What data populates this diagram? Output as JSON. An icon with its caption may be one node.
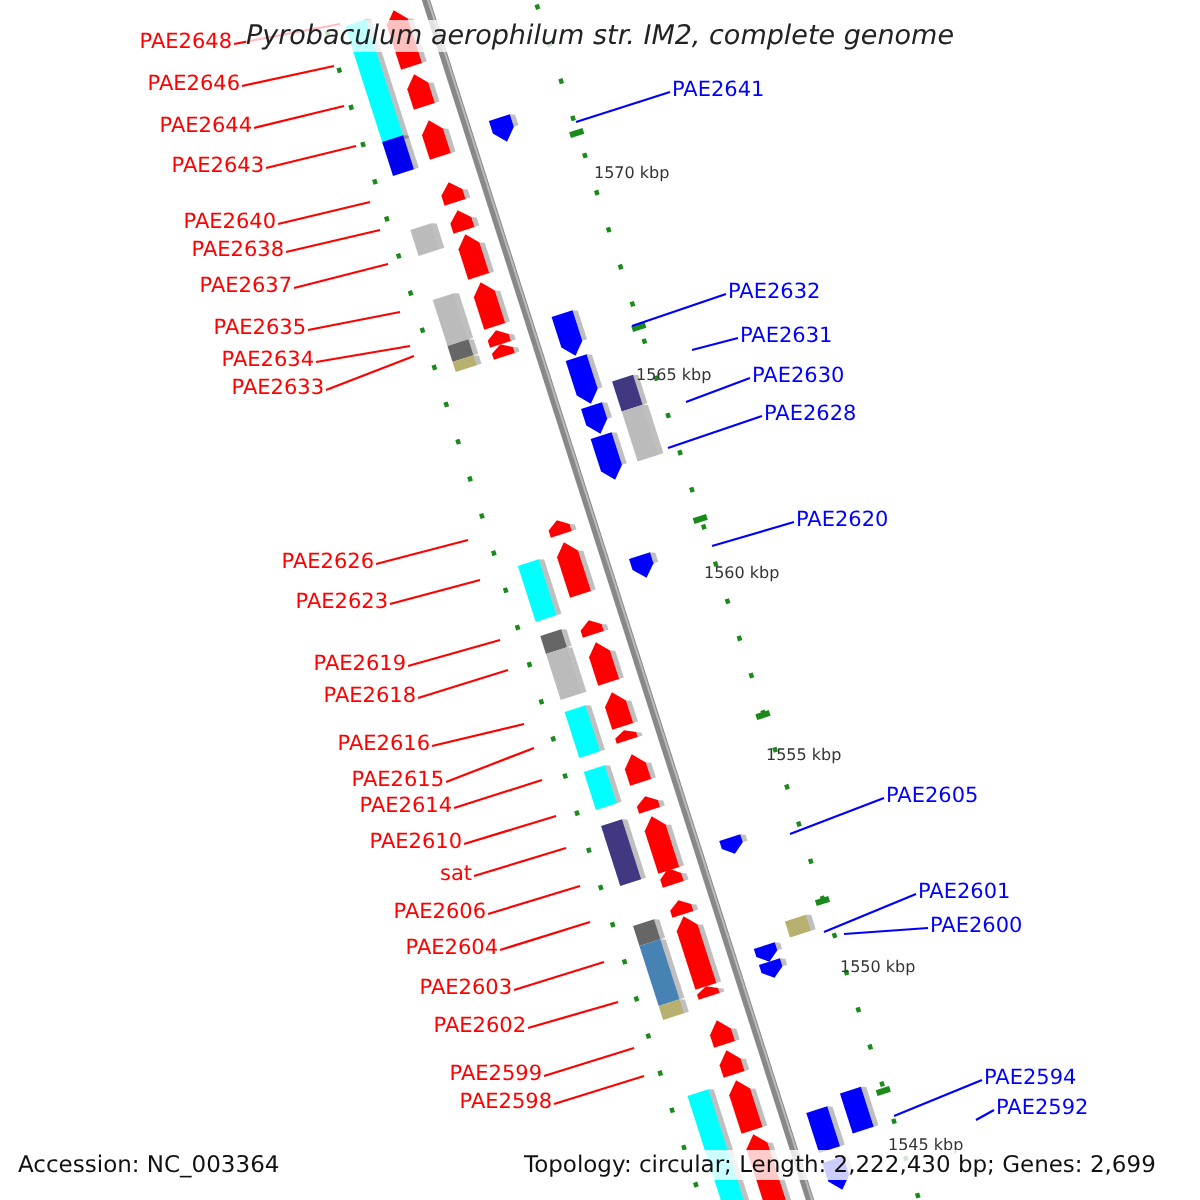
{
  "diagram": {
    "title": "Pyrobaculum aerophilum str. IM2, complete genome",
    "nodes": [
      {
        "text": [
          "PAE2648"
        ]
      },
      {
        "text": [
          "PAE2646"
        ]
      },
      {
        "text": [
          "PAE2641"
        ]
      },
      {
        "text": [
          "PAE2644"
        ]
      },
      {
        "text": [
          "PAE2643"
        ]
      },
      {
        "text": [
          "PAE2640"
        ]
      },
      {
        "text": [
          "PAE2638"
        ]
      },
      {
        "text": [
          "PAE2637"
        ]
      },
      {
        "text": [
          "PAE2632"
        ]
      },
      {
        "text": [
          "PAE2635"
        ]
      },
      {
        "text": [
          "PAE2631"
        ]
      },
      {
        "text": [
          "PAE2634"
        ]
      },
      {
        "text": [
          "PAE2630"
        ]
      },
      {
        "text": [
          "PAE2633"
        ]
      },
      {
        "text": [
          "PAE2628"
        ]
      },
      {
        "text": [
          "PAE2620"
        ]
      },
      {
        "text": [
          "PAE2626"
        ]
      },
      {
        "text": [
          "PAE2623"
        ]
      },
      {
        "text": [
          "PAE2619"
        ]
      },
      {
        "text": [
          "PAE2618"
        ]
      },
      {
        "text": [
          "PAE2616"
        ]
      },
      {
        "text": [
          "PAE2615"
        ]
      },
      {
        "text": [
          "PAE2605"
        ]
      },
      {
        "text": [
          "PAE2614"
        ]
      },
      {
        "text": [
          "PAE2610"
        ]
      },
      {
        "text": [
          "sat"
        ]
      },
      {
        "text": [
          "PAE2601"
        ]
      },
      {
        "text": [
          "PAE2606"
        ]
      },
      {
        "text": [
          "PAE2600"
        ]
      },
      {
        "text": [
          "PAE2604"
        ]
      },
      {
        "text": [
          "PAE2603"
        ]
      },
      {
        "text": [
          "PAE2602"
        ]
      },
      {
        "text": [
          "PAE2599"
        ]
      },
      {
        "text": [
          "PAE2594"
        ]
      },
      {
        "text": [
          "PAE2598"
        ]
      },
      {
        "text": [
          "PAE2592"
        ]
      }
    ],
    "edges": [
      {
        "from": 0,
        "to": null,
        "arrow": "none"
      },
      {
        "from": 1,
        "to": null,
        "arrow": "none"
      },
      {
        "from": 2,
        "to": null,
        "arrow": "none",
        "color": "#0000ff"
      },
      {
        "from": 3,
        "to": null,
        "arrow": "none"
      },
      {
        "from": 4,
        "to": null,
        "arrow": "none"
      },
      {
        "from": 5,
        "to": null,
        "arrow": "none"
      },
      {
        "from": 6,
        "to": null,
        "arrow": "none"
      },
      {
        "from": 7,
        "to": null,
        "arrow": "none"
      },
      {
        "from": 8,
        "to": null,
        "arrow": "none",
        "color": "#0000ff"
      },
      {
        "from": 9,
        "to": null,
        "arrow": "none"
      },
      {
        "from": 10,
        "to": null,
        "arrow": "none",
        "color": "#0000ff"
      },
      {
        "from": 11,
        "to": null,
        "arrow": "none"
      },
      {
        "from": 12,
        "to": null,
        "arrow": "none",
        "color": "#0000ff"
      },
      {
        "from": 13,
        "to": null,
        "arrow": "none"
      },
      {
        "from": 14,
        "to": null,
        "arrow": "none",
        "color": "#0000ff"
      },
      {
        "from": 15,
        "to": null,
        "arrow": "none",
        "color": "#0000ff"
      },
      {
        "from": 16,
        "to": null,
        "arrow": "none"
      },
      {
        "from": 17,
        "to": null,
        "arrow": "none"
      },
      {
        "from": 18,
        "to": null,
        "arrow": "none"
      },
      {
        "from": 19,
        "to": null,
        "arrow": "none"
      },
      {
        "from": 20,
        "to": null,
        "arrow": "none"
      },
      {
        "from": 21,
        "to": null,
        "arrow": "none"
      },
      {
        "from": 22,
        "to": null,
        "arrow": "none",
        "color": "#0000ff"
      },
      {
        "from": 23,
        "to": null,
        "arrow": "none"
      },
      {
        "from": 24,
        "to": null,
        "arrow": "none"
      },
      {
        "from": 25,
        "to": null,
        "arrow": "none"
      },
      {
        "from": 26,
        "to": null,
        "arrow": "none",
        "color": "#0000ff"
      },
      {
        "from": 27,
        "to": null,
        "arrow": "none"
      },
      {
        "from": 28,
        "to": null,
        "arrow": "none",
        "color": "#0000ff"
      },
      {
        "from": 29,
        "to": null,
        "arrow": "none"
      },
      {
        "from": 30,
        "to": null,
        "arrow": "none"
      },
      {
        "from": 31,
        "to": null,
        "arrow": "none"
      },
      {
        "from": 32,
        "to": null,
        "arrow": "none"
      },
      {
        "from": 33,
        "to": null,
        "arrow": "none",
        "color": "#0000ff"
      },
      {
        "from": 34,
        "to": null,
        "arrow": "none"
      },
      {
        "from": 35,
        "to": null,
        "arrow": "none",
        "color": "#0000ff"
      }
    ],
    "labels": [
      "1570 kbp",
      "1565 kbp",
      "1560 kbp",
      "1555 kbp",
      "1550 kbp",
      "1545 kbp",
      "Accession: NC_003364",
      "Topology: circular; Length: 2,222,430 bp; Genes: 2,699"
    ]
  }
}
